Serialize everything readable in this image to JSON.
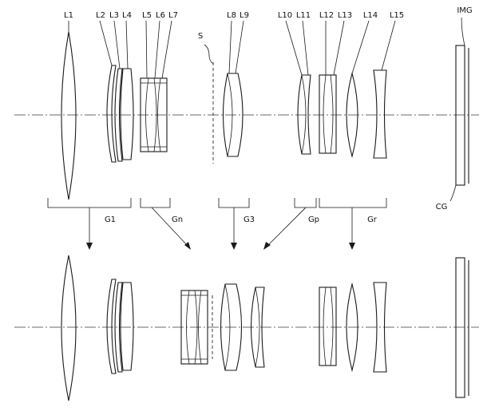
{
  "labels": {
    "L1": "L1",
    "L2": "L2",
    "L3": "L3",
    "L4": "L4",
    "L5": "L5",
    "L6": "L6",
    "L7": "L7",
    "L8": "L8",
    "L9": "L9",
    "L10": "L10",
    "L11": "L11",
    "L12": "L12",
    "L13": "L13",
    "L14": "L14",
    "L15": "L15",
    "S": "S",
    "IMG": "IMG",
    "CG": "CG"
  },
  "groups": {
    "G1": "G1",
    "Gn": "Gn",
    "G3": "G3",
    "Gp": "Gp",
    "Gr": "Gr"
  }
}
